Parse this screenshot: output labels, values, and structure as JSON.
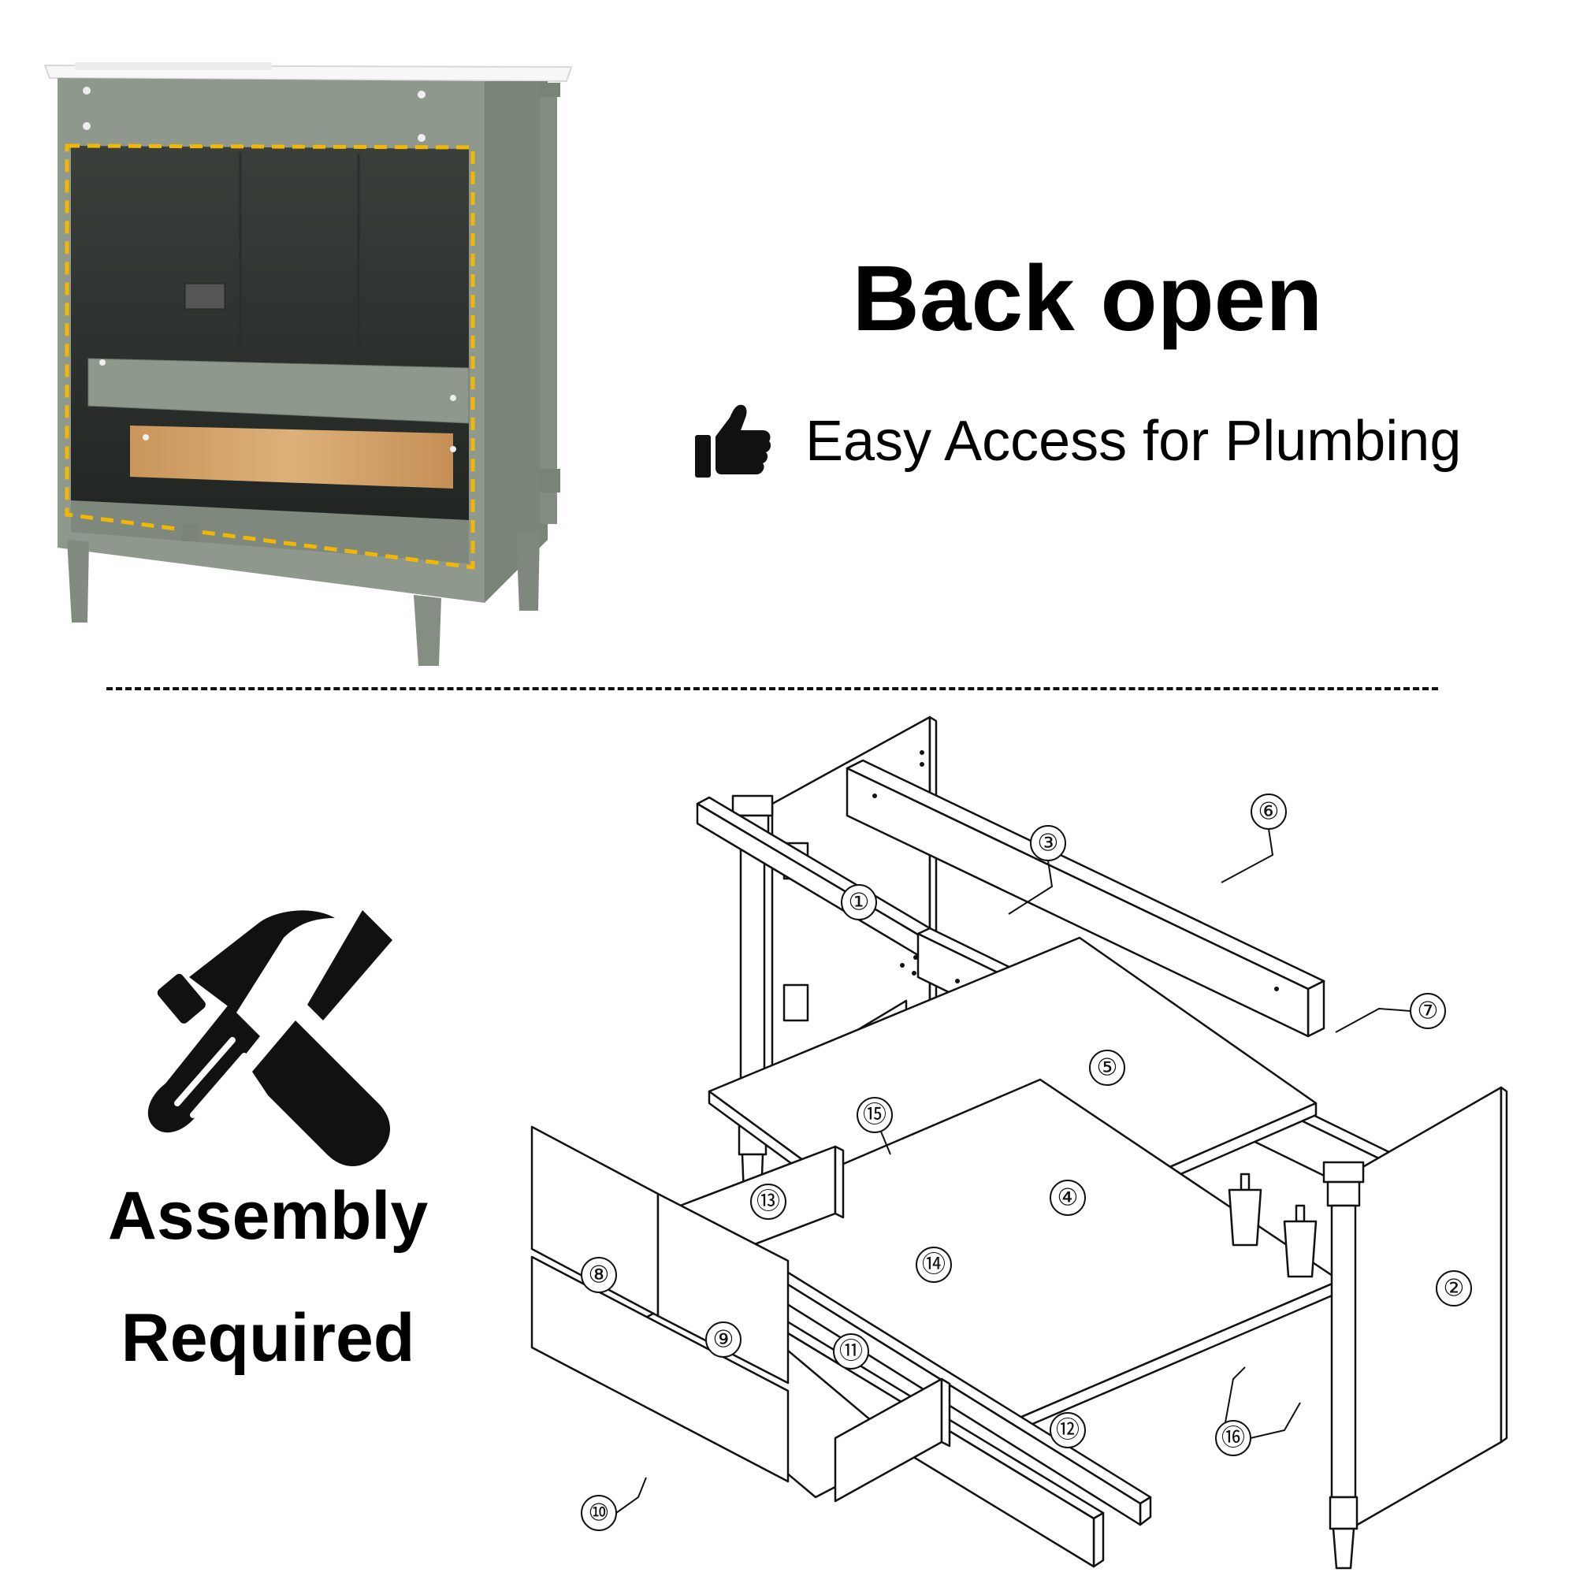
{
  "headline": "Back open",
  "feature": {
    "icon": "thumbs-up-icon",
    "text": "Easy Access for Plumbing"
  },
  "assembly": {
    "icon": "hammer-screwdriver-icon",
    "line1": "Assembly",
    "line2": "Required"
  },
  "photo": {
    "cabinet_color": "#8e978c",
    "highlight_color": "#f2b705",
    "top_color": "#f4f4f4"
  },
  "diagram": {
    "parts": [
      "①",
      "②",
      "③",
      "④",
      "⑤",
      "⑥",
      "⑦",
      "⑧",
      "⑨",
      "⑩",
      "⑪",
      "⑫",
      "⑬",
      "⑭",
      "⑮",
      "⑯"
    ]
  }
}
